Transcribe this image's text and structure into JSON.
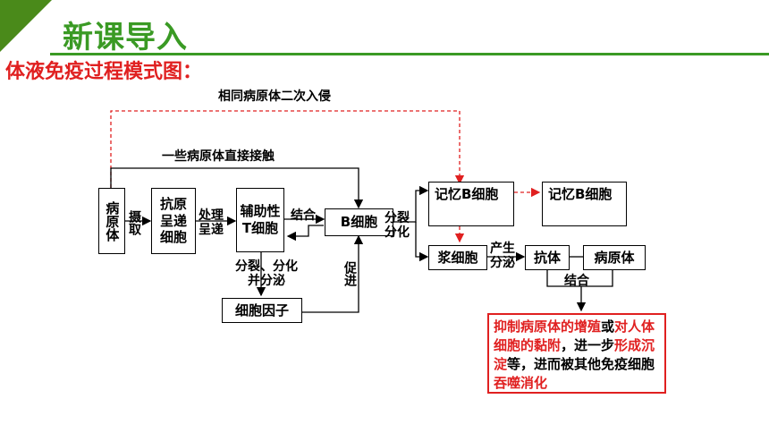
{
  "slide": {
    "title": "新课导入",
    "subtitle": "体液免疫过程模式图："
  },
  "diagram": {
    "label_second_invasion": "相同病原体二次入侵",
    "label_direct_contact": "一些病原体直接接触",
    "node_pathogen": "病原体",
    "label_uptake": "摄取",
    "node_apc": "抗原呈递细胞",
    "label_process": "处理呈递",
    "node_helper_t": "辅助性T细胞",
    "label_bind": "结合",
    "node_b_cell": "B细胞",
    "label_divide": "分裂分化",
    "node_memory_b_1": "记忆B细胞",
    "node_memory_b_2": "记忆B细胞",
    "node_plasma": "浆细胞",
    "label_secrete": "产生分泌",
    "node_antibody": "抗体",
    "node_pathogen_2": "病原体",
    "label_combine": "结合",
    "label_t_divide": "分裂、分化并分泌",
    "label_promote": "促进",
    "node_cytokine": "细胞因子",
    "result": {
      "p1": "抑制病原体的增殖",
      "p2": "或",
      "p3": "对人体细胞的黏附",
      "p4": "，进一步",
      "p5": "形成沉淀",
      "p6": "等，进而被其他免疫细胞",
      "p7": "吞噬消化"
    }
  },
  "colors": {
    "green": "#3a9a24",
    "red": "#e02020",
    "line": "#000000"
  }
}
